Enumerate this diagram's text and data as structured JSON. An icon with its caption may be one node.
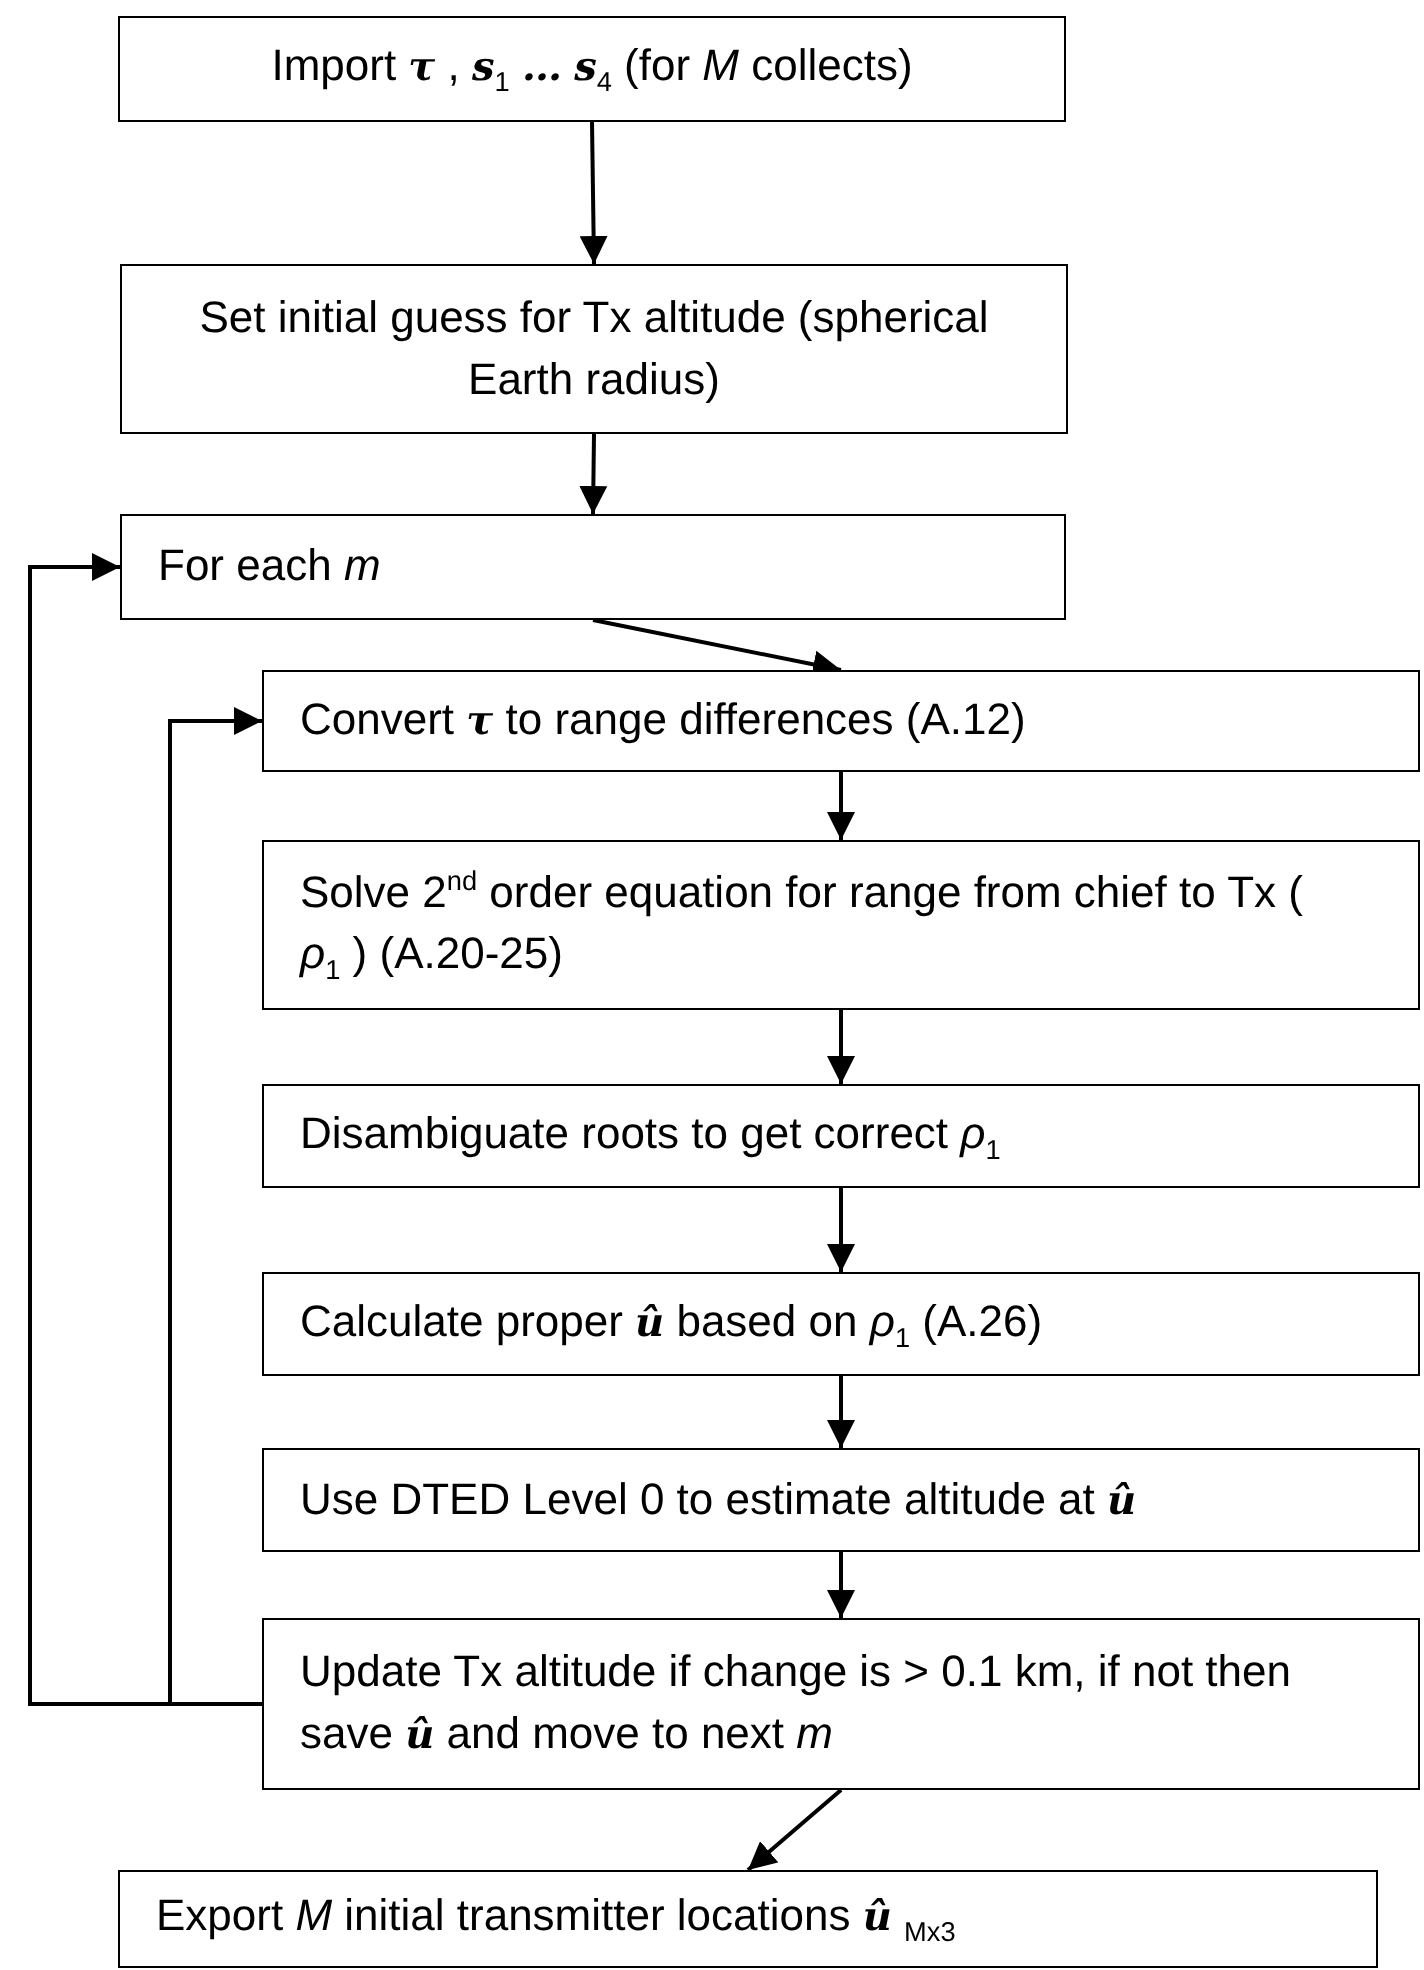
{
  "diagram": {
    "nodes": [
      {
        "text": [
          "Import **τ** , **s**$_{1}$ **…** **s**$_{4}$ (for *M* collects)"
        ]
      },
      {
        "text": [
          "Set initial guess for Tx altitude (spherical Earth radius)"
        ]
      },
      {
        "text": [
          "For each *m*"
        ]
      },
      {
        "text": [
          "Convert **τ** to range differences (A.12)"
        ]
      },
      {
        "text": [
          "Solve 2$^{nd}$ order equation for range from chief to Tx ( *ρ*$_{1}$ ) (A.20-25)"
        ]
      },
      {
        "text": [
          "Disambiguate roots to get correct *ρ*$_{1}$"
        ]
      },
      {
        "text": [
          "Calculate proper **û** based on *ρ*$_{1}$ (A.26)"
        ]
      },
      {
        "text": [
          "Use DTED Level 0 to estimate altitude at **û**"
        ]
      },
      {
        "text": [
          "Update Tx altitude if change is > 0.1 km, if not then save **û** and move to next *m*"
        ]
      },
      {
        "text": [
          "Export *M* initial transmitter locations **û** $_{Mx3}$"
        ]
      }
    ],
    "edges": [
      {
        "from": 0,
        "to": 1,
        "arrow": "to"
      },
      {
        "from": 1,
        "to": 2,
        "arrow": "to"
      },
      {
        "from": 2,
        "to": 3,
        "arrow": "to"
      },
      {
        "from": 3,
        "to": 4,
        "arrow": "to"
      },
      {
        "from": 4,
        "to": 5,
        "arrow": "to"
      },
      {
        "from": 5,
        "to": 6,
        "arrow": "to"
      },
      {
        "from": 6,
        "to": 7,
        "arrow": "to"
      },
      {
        "from": 7,
        "to": 8,
        "arrow": "to"
      },
      {
        "from": 8,
        "to": 2,
        "arrow": "to"
      },
      {
        "from": 8,
        "to": 3,
        "arrow": "to"
      },
      {
        "from": 8,
        "to": 9,
        "arrow": "to"
      }
    ]
  }
}
